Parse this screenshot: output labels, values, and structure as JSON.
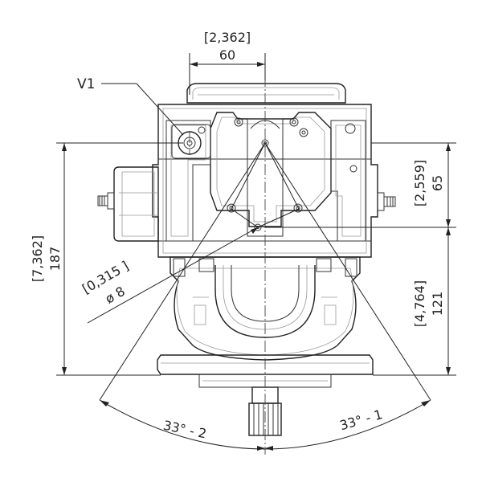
{
  "labels": {
    "valve": "V1",
    "width_in": "[2,362]",
    "width_mm": "60",
    "height_total_in": "[7,362]",
    "height_total_mm": "187",
    "height_upper_in": "[2,559]",
    "height_upper_mm": "65",
    "height_lower_in": "[4,764]",
    "height_lower_mm": "121",
    "bore_in": "[0,315 ]",
    "bore_mm": "ø 8",
    "angle_left": "33° - 2",
    "angle_right": "33° - 1"
  }
}
